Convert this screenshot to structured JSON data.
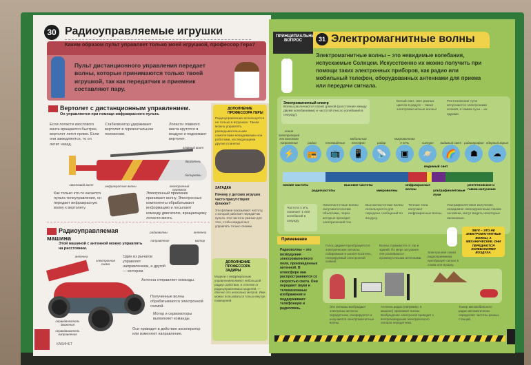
{
  "left_page": {
    "page_number": "30",
    "title": "Радиоуправляемые игрушки",
    "banner": {
      "question": "Каким образом пульт управляет только моей игрушкой, профессор Гера?",
      "answer": "Пульт дистанционного управления передает волны, которые принимаются только твоей игрушкой, так как передатчик и приемник составляют пару."
    },
    "helicopter": {
      "title": "Вертолет с дистанционным управлением.",
      "subtitle": "Он управляется при помощи инфракрасного пульта.",
      "notes": [
        "Если лопасти хвостового винта вращаются быстрее, вертолет летит прямо. Если они замедляются, то он летит назад.",
        "Стабилизатор удерживает вертолет в горизонтальном положении.",
        "Лопасти главного винта крутятся в воздухе и поднимают вертолет.",
        "Как только кто-то касается пульта телеуправления, он передает инфракрасную волну к вертолету.",
        "Электронный приемник принимает волну. Электронные компоненты обрабатывают информацию и посылают команду двигателю, вращающему лопасти винта."
      ],
      "labels": [
        "главный винт",
        "двигатель",
        "батарейки",
        "хвостовой винт",
        "инфракрасные волны",
        "электронный приемник"
      ]
    },
    "car": {
      "title": "Радиоуправляемая машина",
      "subtitle": "Этой машиной с антенной можно управлять на расстоянии.",
      "labels": [
        "антенна",
        "электронная схема",
        "ось",
        "серводвигатель движения",
        "серводвигатель направления",
        "радиоволны",
        "направление",
        "антенна",
        "мотор"
      ],
      "notes": [
        "Один из рычагов управляет направлением, а другой — мотором.",
        "Антенна отправляет команды.",
        "Полученные волны обрабатываются электронной схемой.",
        "Мотор и сервомоторы выполняют команды.",
        "Оси приводят в действие акселератор или изменяют направление."
      ]
    },
    "sidebar": {
      "box1_title": "ДОПОЛНЕНИЕ ПРОФЕССОРА ГЕРЫ",
      "box1_text": "Радиоуправление используется не только в игрушках. Таким можно управлять разведывательными самолетами-невидимками или роботами, исследующими другие планеты!",
      "riddle_title": "ЗАГАДКА",
      "riddle_q": "Почему у детских игрушек часто присутствуют флажки?",
      "riddle_a": "Эти флажки показывают частоту, с которой работает передатчик пульта. Эти частоты разные для того, чтобы каждый мог управлять только своими.",
      "box2_title": "ДОПОЛНЕНИЕ ПРОФЕССОРА ЗАДИРЫ",
      "box2_text": "Модели с инфракрасным управлением имеют небольшой радиус действия, в отличие от радиоуправляемых моделей, — обычно это несколько метров. Ими можно пользоваться только внутри помещений."
    },
    "footer": "КАБИНЕТ"
  },
  "right_page": {
    "tag": "ПРИНЦИПИАЛЬНЫЙ ВОПРОС",
    "page_number": "31",
    "title": "Электромагнитные волны",
    "intro": "Электромагнитные волны – это невидимые колебания, испускаемые Солнцем. Искусственно их можно получить при помощи таких электронных приборов, как радио или мобильный телефон, оборудованных антеннами для приема или передачи сигнала.",
    "spectrum": {
      "box_title": "Электромагнитный спектр",
      "box_text": "Волны различаются своей длиной (расстояние между двумя колебаниями) и частотой (число колебаний в секунду).",
      "white_light": "Белый свет, свет разных цветов в радуге – также электромагнитные волны!",
      "xray": "Рентгеновские лучи испускаются электронами атомов, а гамма-лучи – их ядрами.",
      "items": [
        {
          "label": "линия электропередачи высокого напряжения",
          "icon": "⚡"
        },
        {
          "label": "радио",
          "icon": "📻"
        },
        {
          "label": "телевидение",
          "icon": "📺"
        },
        {
          "label": "мобильный телефон",
          "icon": "📱"
        },
        {
          "label": "радар",
          "icon": "📡"
        },
        {
          "label": "микроволновая печь",
          "icon": "▣"
        },
        {
          "label": "Сатурн",
          "icon": "🪐"
        },
        {
          "label": "видимый свет",
          "icon": "🌈"
        },
        {
          "label": "радиография",
          "icon": "☗"
        },
        {
          "label": "ядерный взрыв",
          "icon": "☁"
        }
      ],
      "visible": "видимый свет",
      "bands": [
        "низкие частоты",
        "радиочастоты",
        "высокие частоты",
        "микроволны",
        "инфракрасные волны",
        "ультрафиолетовые лучи",
        "рентгеновское и гамма-излучение"
      ],
      "notes": [
        "Частота 1 кГц означает 1 000 колебаний в секунду.",
        "Низкочастотные волны излучаются всеми объектами, через которые проходит электрический ток.",
        "Высокочастотные волны используются для передачи сообщений по воздуху.",
        "Теплые тела излучают инфракрасные волны.",
        "Ультрафиолетовое излучение, невидимое невооруженным глазом человека, могут видеть некоторые насекомые."
      ],
      "speech": "ЗВУК – ЭТО НЕ ЭЛЕКТРОМАГНИТНЫЕ ВОЛНЫ, А МЕХАНИЧЕСКИЕ. ОНИ ПЕРЕДАЮТСЯ КОЛЕБАНИЯМИ ВОЗДУХА."
    },
    "application": {
      "title": "Применение",
      "side": "Радиоволны – это возмущения электромагнитного поля, произведенные антенной. В атмосфере они распространяются со скоростью света. Они передают звуки и телевизионные изображения и поддерживают телефонную и радиосвязь.",
      "notes": [
        "Голос диджея преобразуется в электрические сигналы, собираемые в сигнал-носитель, генерируемый электронной схемой.",
        "Волны отражаются от гор и зданий. По мере затухания они усиливаются промежуточными антеннами.",
        "Электронная схема радиоприемника преобразует сигнал в слова или музыку.",
        "Эти сигналы возбуждают электроны антенны передатчика, генерируются и излучаются электромагнитные волны.",
        "Антенна радио (например, в машине) принимает волны. Возбуждение электронов приводит к воспроизведению электрического сигнала передатчика.",
        "Тюнер автомобильного радио автоматически определяет частоты разных станций."
      ]
    }
  }
}
